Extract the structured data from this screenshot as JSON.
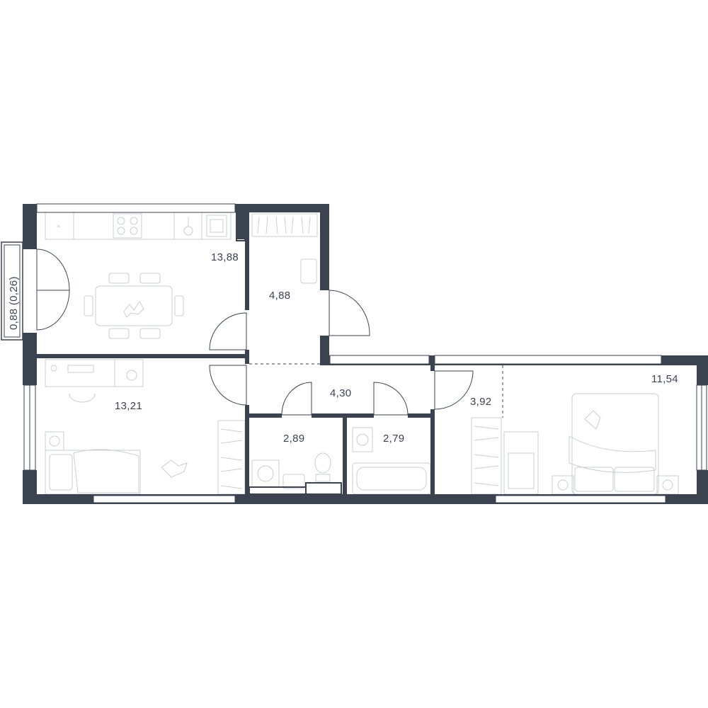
{
  "rooms": {
    "kitchen_area": "13,88",
    "storage_area": "4,88",
    "bedroom_left_area": "13,21",
    "hall_area": "4,30",
    "bathroom_area": "2,89",
    "bath_tub_room_area": "2,79",
    "wardrobe_hall_area": "3,92",
    "bedroom_right_area": "11,54"
  },
  "balcony": {
    "label": "0,88 (0,26)"
  },
  "colors": {
    "wall": "#3c4350",
    "furniture": "#c9ccd1",
    "background": "#ffffff"
  }
}
